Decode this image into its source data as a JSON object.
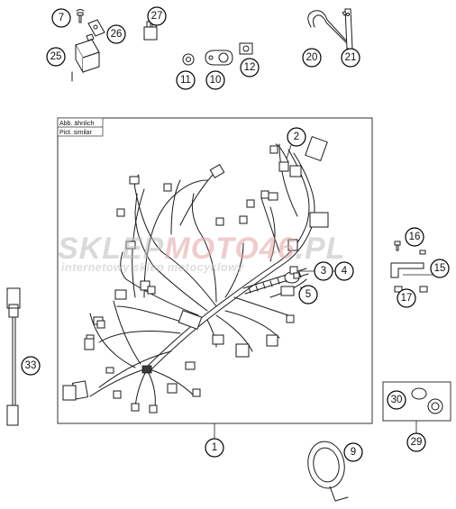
{
  "frame_labels": {
    "line1": "Abb. ähnlich",
    "line2": "Pict. similar"
  },
  "watermark": {
    "brand_part1": "SKLEP",
    "brand_part2": "MOTO",
    "brand_part3": "46",
    "brand_part4": ".PL",
    "tagline": "internetowy sklep motocyklowy"
  },
  "callouts": {
    "c1": "1",
    "c2": "2",
    "c3": "3",
    "c4": "4",
    "c5": "5",
    "c7": "7",
    "c9": "9",
    "c10": "10",
    "c11": "11",
    "c12": "12",
    "c15": "15",
    "c16": "16",
    "c17": "17",
    "c20": "20",
    "c21": "21",
    "c25": "25",
    "c26": "26",
    "c27": "27",
    "c29": "29",
    "c30": "30",
    "c33": "33"
  },
  "colors": {
    "line": "#1a1a1a",
    "watermark_gray": "#c9c9c9",
    "watermark_red": "#e0a0a0"
  }
}
